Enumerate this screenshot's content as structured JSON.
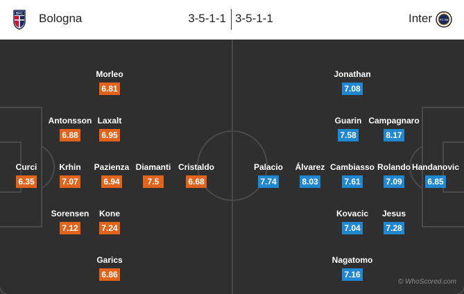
{
  "home": {
    "name": "Bologna",
    "formation": "3-5-1-1",
    "crest_text": "BFC",
    "color": "#e2641b",
    "players": [
      {
        "name": "Morleo",
        "rating": "6.81"
      },
      {
        "name": "Antonsson",
        "rating": "6.88"
      },
      {
        "name": "Laxalt",
        "rating": "6.95"
      },
      {
        "name": "Curci",
        "rating": "6.35"
      },
      {
        "name": "Krhin",
        "rating": "7.07"
      },
      {
        "name": "Pazienza",
        "rating": "6.94"
      },
      {
        "name": "Diamanti",
        "rating": "7.5"
      },
      {
        "name": "Cristaldo",
        "rating": "6.68"
      },
      {
        "name": "Sorensen",
        "rating": "7.12"
      },
      {
        "name": "Kone",
        "rating": "7.24"
      },
      {
        "name": "Garics",
        "rating": "6.86"
      }
    ]
  },
  "away": {
    "name": "Inter",
    "formation": "3-5-1-1",
    "crest_text": "FC IM",
    "color": "#1f88d0",
    "players": [
      {
        "name": "Jonathan",
        "rating": "7.08"
      },
      {
        "name": "Guarin",
        "rating": "7.58"
      },
      {
        "name": "Campagnaro",
        "rating": "8.17"
      },
      {
        "name": "Palacio",
        "rating": "7.74"
      },
      {
        "name": "Álvarez",
        "rating": "8.03"
      },
      {
        "name": "Cambiasso",
        "rating": "7.61"
      },
      {
        "name": "Rolando",
        "rating": "7.09"
      },
      {
        "name": "Handanovic",
        "rating": "6.85"
      },
      {
        "name": "Kovacic",
        "rating": "7.04"
      },
      {
        "name": "Jesus",
        "rating": "7.28"
      },
      {
        "name": "Nagatomo",
        "rating": "7.16"
      }
    ]
  },
  "credit": "© WhoScored.com",
  "pitch_line_color": "#4a4a4a"
}
